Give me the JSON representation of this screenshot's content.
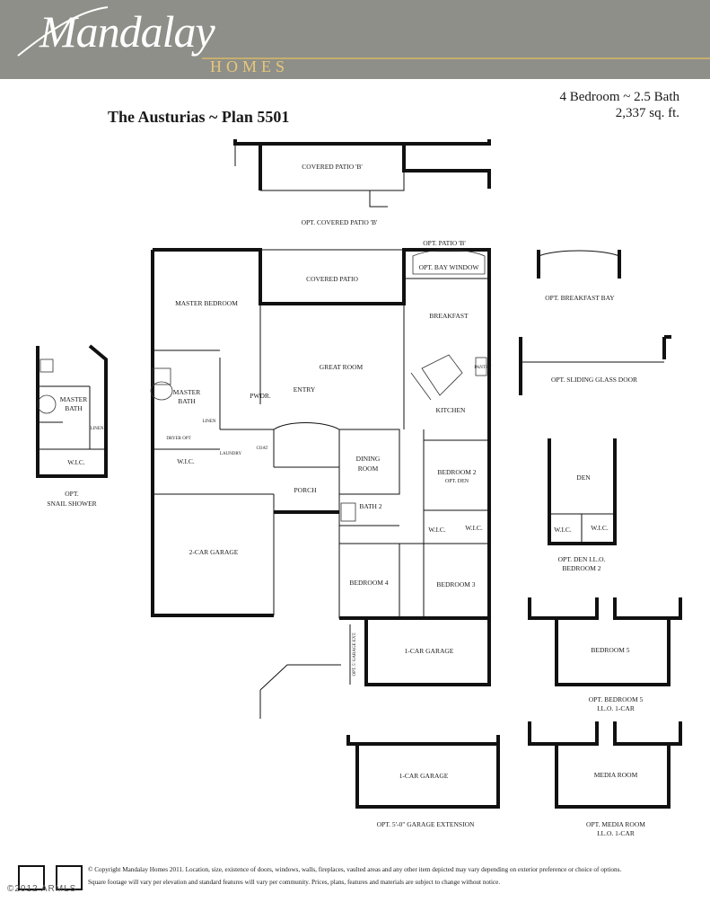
{
  "header": {
    "brand": "Mandalay",
    "brand_sub": "HOMES"
  },
  "plan": {
    "title": "The Austurias ~ Plan 5501",
    "bed_bath": "4 Bedroom ~ 2.5 Bath",
    "sqft": "2,337 sq. ft."
  },
  "rooms": {
    "covered_patio_b": "COVERED PATIO 'B'",
    "opt_covered_patio_b": "OPT. COVERED PATIO 'B'",
    "opt_patio_b": "OPT. PATIO 'B'",
    "opt_bay_window": "OPT. BAY WINDOW",
    "covered_patio": "COVERED PATIO",
    "master_bedroom": "MASTER BEDROOM",
    "breakfast": "BREAKFAST",
    "great_room": "GREAT ROOM",
    "pantry": "PANTRY",
    "kitchen": "KITCHEN",
    "master_bath_1": "MASTER",
    "master_bath_2": "BATH",
    "linen": "LINEN",
    "pwdr": "PWDR.",
    "wic": "W.I.C.",
    "laundry": "LAUNDRY",
    "coat": "COAT",
    "entry": "ENTRY",
    "dining_1": "DINING",
    "dining_2": "ROOM",
    "bedroom_2": "BEDROOM 2",
    "opt_den": "OPT. DEN",
    "porch": "PORCH",
    "bath_2": "BATH 2",
    "two_car_garage": "2-CAR GARAGE",
    "bedroom_4": "BEDROOM 4",
    "bedroom_3": "BEDROOM 3",
    "one_car_garage": "1-CAR GARAGE",
    "opt_garage_door": "OPT. 5' GARAGE EXT.",
    "dryer_opt": "DRYER OPT"
  },
  "options": {
    "snail_shower_1": "OPT.",
    "snail_shower_2": "SNAIL SHOWER",
    "breakfast_bay": "OPT. BREAKFAST BAY",
    "sliding_door": "OPT. SLIDING GLASS DOOR",
    "den": "DEN",
    "den_caption_1": "OPT. DEN I.L.O.",
    "den_caption_2": "BEDROOM 2",
    "bedroom_5": "BEDROOM 5",
    "bedroom_5_caption_1": "OPT. BEDROOM 5",
    "bedroom_5_caption_2": "I.L.O. 1-CAR",
    "garage_ext_label": "1-CAR GARAGE",
    "garage_ext_caption": "OPT. 5'-0\" GARAGE EXTENSION",
    "media_room": "MEDIA ROOM",
    "media_caption_1": "OPT. MEDIA ROOM",
    "media_caption_2": "I.L.O. 1-CAR"
  },
  "footer": {
    "copyright_1": "© Copyright Mandalay Homes 2011. Location, size, existence of doors, windows, walls, fireplaces, vaulted areas and any other item depicted may vary depending on exterior preference or choice of options.",
    "copyright_2": "Square footage will vary per elevation and standard features will vary per community. Prices, plans, features and materials are subject to change without notice.",
    "watermark": "©2012 ARMLS"
  }
}
